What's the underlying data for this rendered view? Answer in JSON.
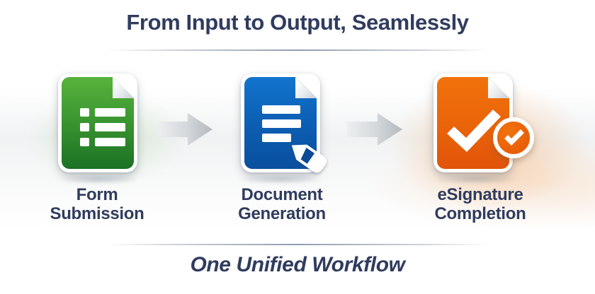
{
  "header": {
    "title": "From Input to Output, Seamlessly"
  },
  "footer": {
    "title": "One Unified Workflow"
  },
  "steps": [
    {
      "line1": "Form",
      "line2": "Submission",
      "icon": "green-form-list-icon"
    },
    {
      "line1": "Document",
      "line2": "Generation",
      "icon": "blue-document-pen-icon"
    },
    {
      "line1": "eSignature",
      "line2": "Completion",
      "icon": "orange-check-document-icon"
    }
  ],
  "arrows": {
    "icon": "right-arrow",
    "count": 2
  },
  "colors": {
    "heading_text": "#303C5E",
    "form_green_top": "#58B23C",
    "form_green_bottom": "#1B7125",
    "doc_blue_top": "#1274CD",
    "doc_blue_bottom": "#0A4F9E",
    "sign_orange_top": "#F1720C",
    "sign_orange_bottom": "#E0540A",
    "arrow_gray": "#B4B9BF",
    "glow_peach": "#F59848",
    "glow_green": "#91C87D"
  }
}
